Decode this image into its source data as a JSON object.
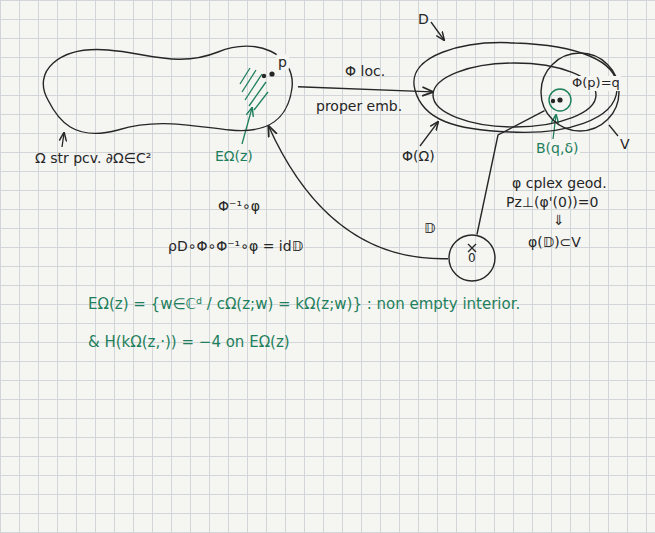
{
  "diagram": {
    "nodes": [
      {
        "text": [
          "Ω str pcv. ∂Ω∈C²",
          "p"
        ]
      },
      {
        "text": [
          "D"
        ]
      },
      {
        "text": [
          "Φ(Ω)"
        ],
        "in": 1
      },
      {
        "text": [
          "V",
          "Φ(p)=q"
        ]
      },
      {
        "text": [
          "B(q,δ)"
        ],
        "in": 3
      },
      {
        "text": [
          "𝔻",
          "0"
        ]
      }
    ],
    "edges": [
      {
        "from": 0,
        "to": 2,
        "arrow": "to",
        "label": "Φ loc."
      },
      {
        "from": 5,
        "to": 0,
        "arrow": "to"
      },
      {
        "from": 5,
        "to": 3,
        "arrow": "none",
        "label": "φ cplex geod."
      }
    ],
    "labels": [
      "EΩ(z)",
      "proper emb.",
      "Φ⁻¹∘φ",
      "ρD∘Φ∘Φ⁻¹∘φ = id𝔻",
      "Pz⊥(φ'(0))=0",
      "⇓",
      "φ(𝔻)⊂V",
      "EΩ(z) = {w∈ℂᵈ / cΩ(z;w) = kΩ(z;w)} : non empty interior.",
      "& H(kΩ(z,·)) = −4 on EΩ(z)"
    ]
  }
}
